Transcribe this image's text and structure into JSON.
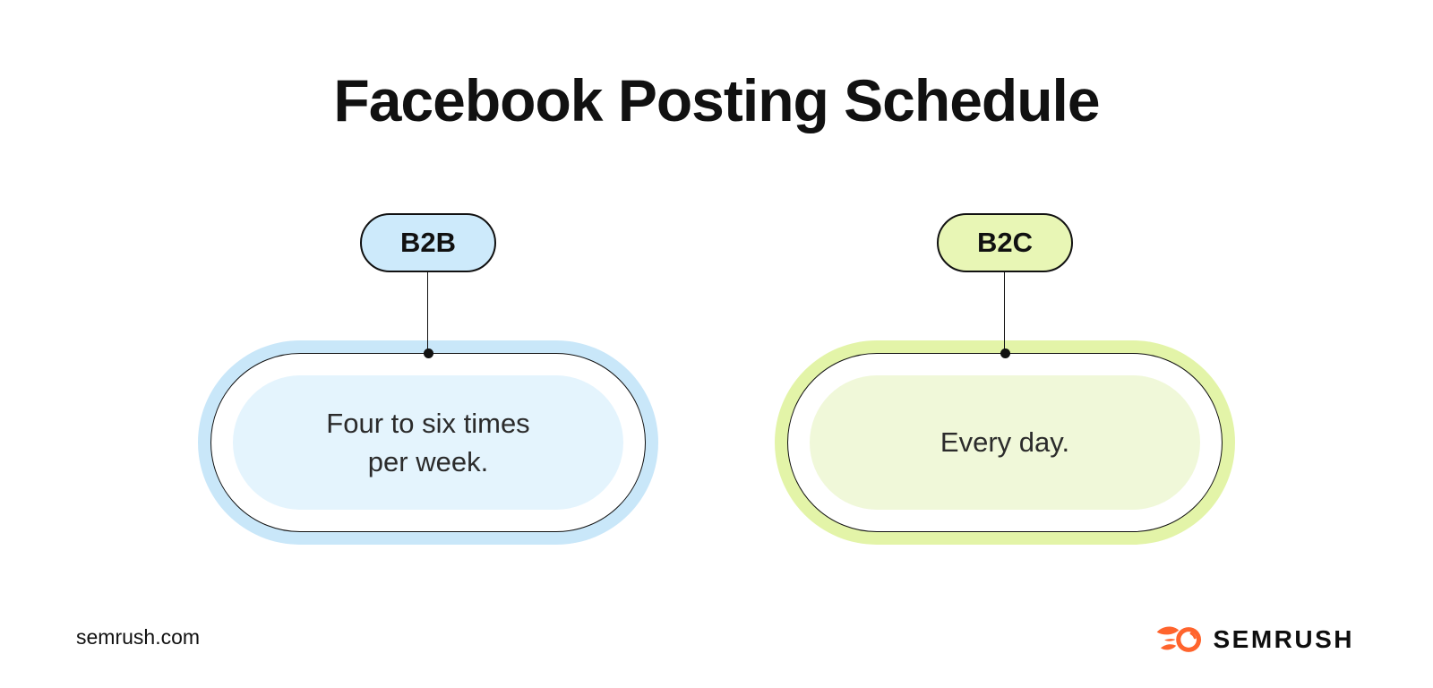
{
  "title": "Facebook Posting Schedule",
  "diagram": {
    "b2b": {
      "label": "B2B",
      "detail": "Four to six times per week.",
      "detail_lines": [
        "Four to six times",
        "per week."
      ],
      "pill_color": "#cdeafb",
      "outer_color": "#c9e7f9",
      "inner_color": "#e4f4fd"
    },
    "b2c": {
      "label": "B2C",
      "detail": "Every day.",
      "detail_lines": [
        "Every day.",
        ""
      ],
      "pill_color": "#e8f6b5",
      "outer_color": "#e3f4a8",
      "inner_color": "#f0f8d9"
    },
    "connector_color": "#111111"
  },
  "footer": {
    "site": "semrush.com",
    "brand": "SEMRUSH",
    "brand_orange": "#ff642d",
    "brand_icon": "semrush-flame-icon"
  }
}
